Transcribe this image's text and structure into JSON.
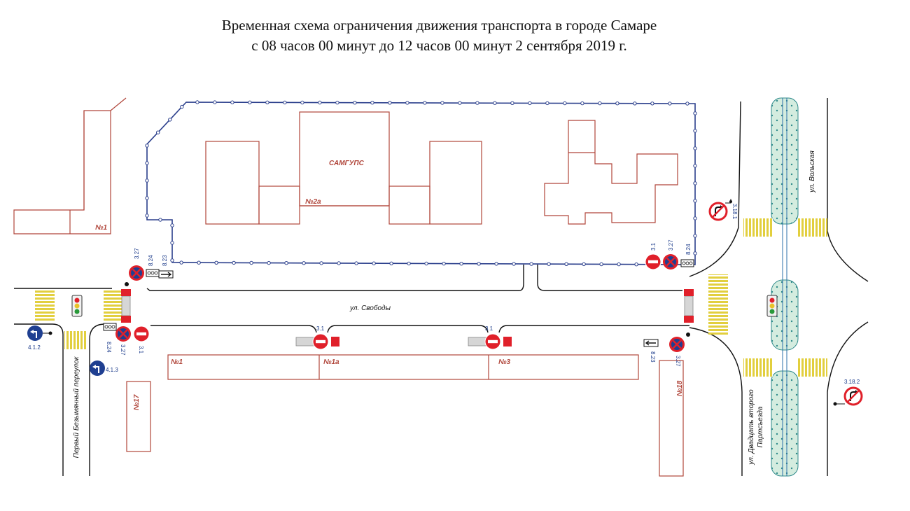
{
  "header": {
    "line1": "Временная схема ограничения движения транспорта в городе Самаре",
    "line2": "с 08 часов 00 минут до 12 часов 00 минут 2 сентября 2019 г."
  },
  "streets": {
    "svobody": "ул. Свободы",
    "volskaya": "ул. Вольская",
    "pereulok": "Первый Безымянный переулок",
    "dvadtsat_line1": "ул. Двадцать второго",
    "dvadtsat_line2": "Партсъезда"
  },
  "buildings": {
    "samgups": "САМГУПС",
    "b2a": "№2а",
    "b1_top": "№1",
    "b1_bottom": "№1",
    "b1a": "№1а",
    "b3": "№3",
    "b17": "№17",
    "b18": "№18"
  },
  "sign_codes": {
    "s327_a": "3.27",
    "s824_a": "8.24",
    "s823_a": "8.23",
    "s31_b": "3.1",
    "s327_b": "3.27",
    "s824_b": "8.24",
    "s3181": "3.18.1",
    "s824_c": "8.24",
    "s327_c": "3.27",
    "s31_c": "3.1",
    "s412": "4.1.2",
    "s413": "4.1.3",
    "s31_d": "3.1",
    "s31_e": "3.1",
    "s823_f": "8.23",
    "s327_f": "3.27",
    "s3182": "3.18.2"
  },
  "colors": {
    "building_outline": "#b0453a",
    "barrier_dotted": "#2b3f8c",
    "sign_red": "#e0202a",
    "sign_blue": "#1f3f91",
    "crosswalk": "#e8d84a",
    "median": "#d4ecdf"
  }
}
